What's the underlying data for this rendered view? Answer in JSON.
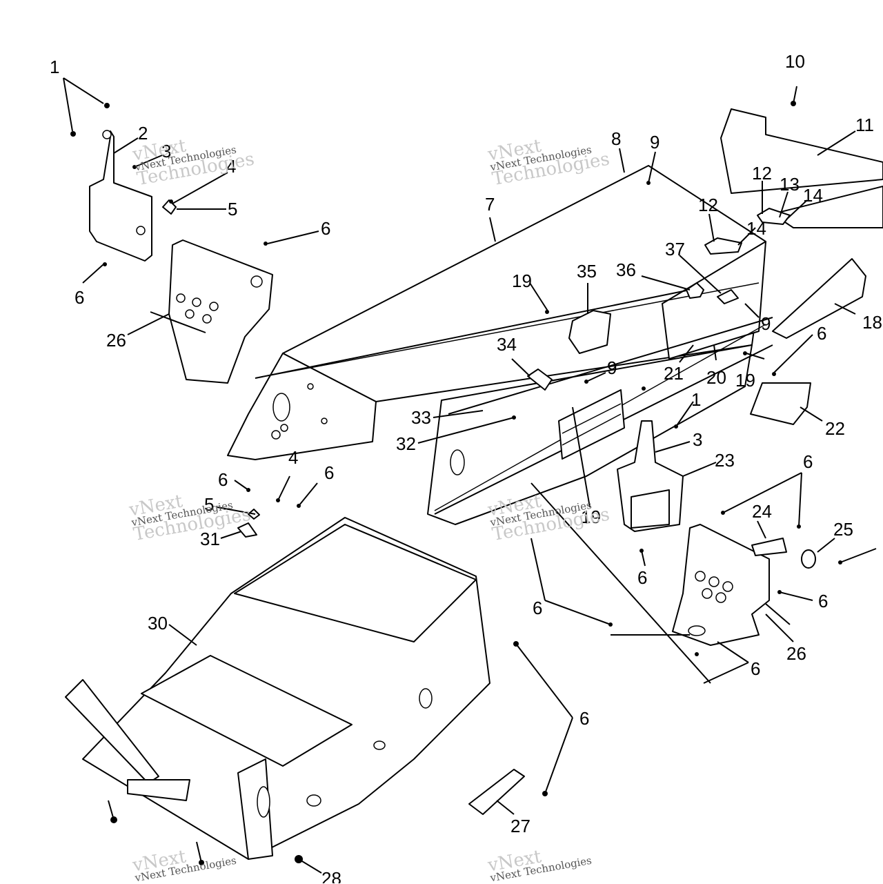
{
  "diagram": {
    "callouts": [
      "1",
      "2",
      "3",
      "4",
      "5",
      "6",
      "7",
      "8",
      "9",
      "10",
      "11",
      "12",
      "13",
      "14",
      "18",
      "19",
      "20",
      "21",
      "22",
      "23",
      "24",
      "25",
      "26",
      "27",
      "28",
      "30",
      "31",
      "32",
      "33",
      "34",
      "35",
      "36",
      "37"
    ]
  },
  "watermark": {
    "brand": "vNext Technologies",
    "word1": "vNext",
    "word2": "Technologies"
  }
}
